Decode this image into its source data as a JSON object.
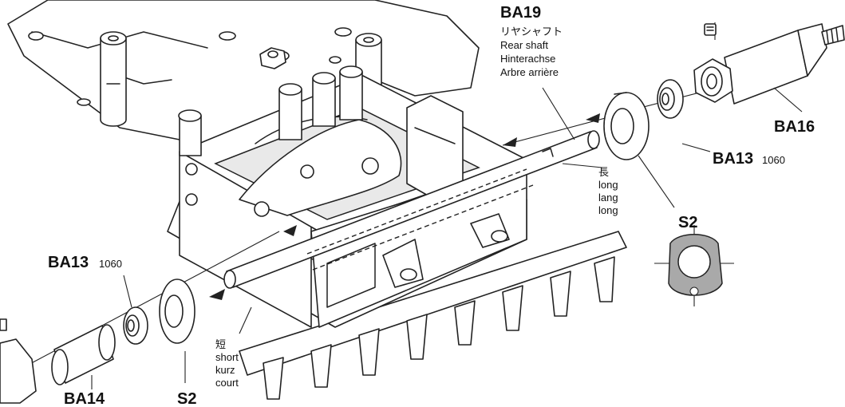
{
  "parts": {
    "ba19": {
      "code": "BA19",
      "ja": "リヤシャフト",
      "en": "Rear shaft",
      "de": "Hinterachse",
      "fr": "Arbre arrière"
    },
    "ba16": {
      "code": "BA16"
    },
    "ba13_right": {
      "code": "BA13",
      "sub": "1060"
    },
    "ba13_left": {
      "code": "BA13",
      "sub": "1060"
    },
    "ba14": {
      "code": "BA14"
    },
    "s2_right": {
      "code": "S2"
    },
    "s2_left": {
      "code": "S2"
    },
    "s2_detail": {
      "code": "S2"
    }
  },
  "labels": {
    "long": {
      "ja": "長",
      "en": "long",
      "de": "lang",
      "fr": "long"
    },
    "short": {
      "ja": "短",
      "en": "short",
      "de": "kurz",
      "fr": "court"
    }
  }
}
